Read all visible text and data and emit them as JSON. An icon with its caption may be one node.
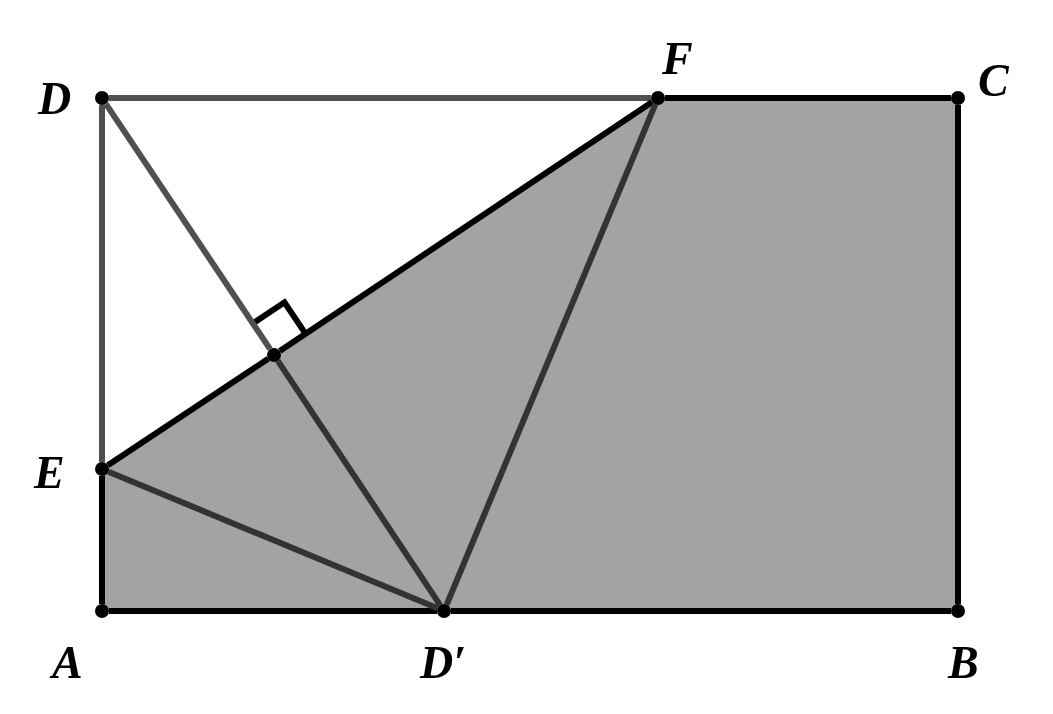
{
  "diagram": {
    "nodes": [
      {
        "text": [
          "D"
        ]
      },
      {
        "text": [
          "F"
        ]
      },
      {
        "text": [
          "C"
        ]
      },
      {
        "text": [],
        "shape": "circle"
      },
      {
        "text": [
          "E"
        ]
      },
      {
        "text": [
          "A"
        ]
      },
      {
        "text": [
          "D′"
        ]
      },
      {
        "text": [
          "B"
        ]
      }
    ],
    "edges": [
      {
        "from": 0,
        "to": 1,
        "arrow": "none",
        "color": "#505050"
      },
      {
        "from": 1,
        "to": 2,
        "arrow": "none"
      },
      {
        "from": 2,
        "to": 7,
        "arrow": "none"
      },
      {
        "from": 5,
        "to": 6,
        "arrow": "none"
      },
      {
        "from": 6,
        "to": 7,
        "arrow": "none"
      },
      {
        "from": 5,
        "to": 4,
        "arrow": "none"
      },
      {
        "from": 4,
        "to": 0,
        "arrow": "none",
        "color": "#505050"
      },
      {
        "from": 4,
        "to": 3,
        "arrow": "none"
      },
      {
        "from": 3,
        "to": 1,
        "arrow": "none"
      },
      {
        "from": 0,
        "to": 3,
        "arrow": "none",
        "color": "#505050"
      },
      {
        "from": 3,
        "to": 6,
        "arrow": "none",
        "color": "#333333"
      },
      {
        "from": 4,
        "to": 6,
        "arrow": "none",
        "color": "#333333"
      },
      {
        "from": 1,
        "to": 6,
        "arrow": "none",
        "color": "#333333"
      }
    ]
  }
}
